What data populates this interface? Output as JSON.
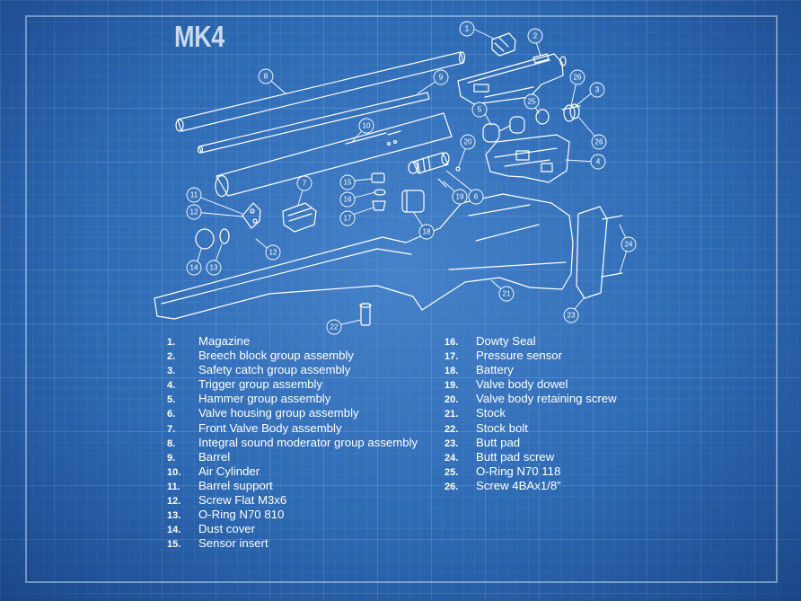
{
  "title": "MK4",
  "legend_left": [
    {
      "number": "1.",
      "name": "Magazine"
    },
    {
      "number": "2.",
      "name": "Breech block group assembly"
    },
    {
      "number": "3.",
      "name": "Safety catch group assembly"
    },
    {
      "number": "4.",
      "name": "Trigger group assembly"
    },
    {
      "number": "5.",
      "name": "Hammer group assembly"
    },
    {
      "number": "6.",
      "name": "Valve housing group assembly"
    },
    {
      "number": "7.",
      "name": "Front Valve Body assembly"
    },
    {
      "number": "8.",
      "name": "Integral sound moderator group assembly"
    },
    {
      "number": "9.",
      "name": "Barrel"
    },
    {
      "number": "10.",
      "name": "Air Cylinder"
    },
    {
      "number": "11.",
      "name": "Barrel support"
    },
    {
      "number": "12.",
      "name": "Screw Flat M3x6"
    },
    {
      "number": "13.",
      "name": "O-Ring N70 810"
    },
    {
      "number": "14.",
      "name": "Dust cover"
    },
    {
      "number": "15.",
      "name": "Sensor insert"
    }
  ],
  "legend_right": [
    {
      "number": "16.",
      "name": "Dowty Seal"
    },
    {
      "number": "17.",
      "name": "Pressure sensor"
    },
    {
      "number": "18.",
      "name": "Battery"
    },
    {
      "number": "19.",
      "name": "Valve body dowel"
    },
    {
      "number": "20.",
      "name": "Valve body retaining screw"
    },
    {
      "number": "21.",
      "name": "Stock"
    },
    {
      "number": "22.",
      "name": "Stock bolt"
    },
    {
      "number": "23.",
      "name": "Butt pad"
    },
    {
      "number": "24.",
      "name": "Butt pad screw"
    },
    {
      "number": "25.",
      "name": "O-Ring N70 118"
    },
    {
      "number": "26.",
      "name": "Screw 4BAx1/8”"
    }
  ],
  "callouts": [
    {
      "id": "c1",
      "label": "1"
    },
    {
      "id": "c2",
      "label": "2"
    },
    {
      "id": "c3",
      "label": "3"
    },
    {
      "id": "c4",
      "label": "4"
    },
    {
      "id": "c5",
      "label": "5"
    },
    {
      "id": "c6",
      "label": "6"
    },
    {
      "id": "c7",
      "label": "7"
    },
    {
      "id": "c8",
      "label": "8"
    },
    {
      "id": "c9",
      "label": "9"
    },
    {
      "id": "c10",
      "label": "10"
    },
    {
      "id": "c11",
      "label": "11"
    },
    {
      "id": "c12a",
      "label": "12"
    },
    {
      "id": "c12b",
      "label": "12"
    },
    {
      "id": "c13",
      "label": "13"
    },
    {
      "id": "c14",
      "label": "14"
    },
    {
      "id": "c15",
      "label": "15"
    },
    {
      "id": "c16",
      "label": "16"
    },
    {
      "id": "c17",
      "label": "17"
    },
    {
      "id": "c18",
      "label": "18"
    },
    {
      "id": "c19",
      "label": "19"
    },
    {
      "id": "c20",
      "label": "20"
    },
    {
      "id": "c21",
      "label": "21"
    },
    {
      "id": "c22",
      "label": "22"
    },
    {
      "id": "c23",
      "label": "23"
    },
    {
      "id": "c24",
      "label": "24"
    },
    {
      "id": "c25",
      "label": "25"
    },
    {
      "id": "c26a",
      "label": "26"
    },
    {
      "id": "c26b",
      "label": "26"
    }
  ],
  "colors": {
    "background": "#2d6ab4",
    "line": "#ffffff",
    "title": "#c9daf0"
  }
}
